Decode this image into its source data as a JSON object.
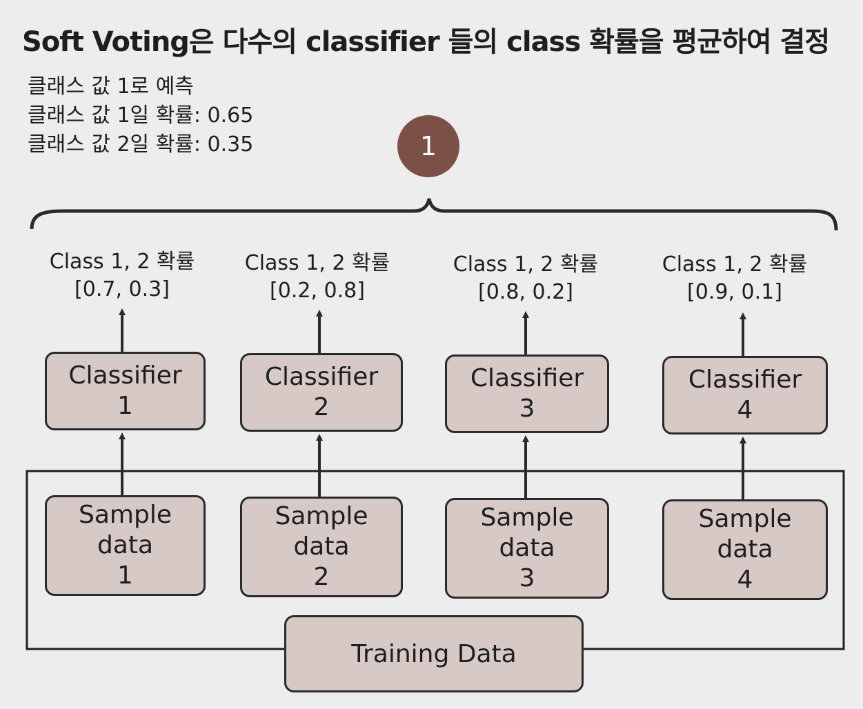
{
  "title": "Soft Voting은 다수의 classifier 들의 class 확률을 평균하여 결정",
  "results": [
    "클래스 값 1로 예측",
    "클래스 값 1일 확률: 0.65",
    "클래스 값 2일 확률: 0.35"
  ],
  "badge": "1",
  "columns": [
    {
      "prob_label": "Class 1, 2 확률",
      "prob_value": "[0.7, 0.3]",
      "classifier": "Classifier",
      "classifier_num": "1",
      "sample_a": "Sample",
      "sample_b": "data",
      "sample_num": "1"
    },
    {
      "prob_label": "Class 1, 2 확률",
      "prob_value": "[0.2, 0.8]",
      "classifier": "Classifier",
      "classifier_num": "2",
      "sample_a": "Sample",
      "sample_b": "data",
      "sample_num": "2"
    },
    {
      "prob_label": "Class 1, 2 확률",
      "prob_value": "[0.8, 0.2]",
      "classifier": "Classifier",
      "classifier_num": "3",
      "sample_a": "Sample",
      "sample_b": "data",
      "sample_num": "3"
    },
    {
      "prob_label": "Class 1, 2 확률",
      "prob_value": "[0.9, 0.1]",
      "classifier": "Classifier",
      "classifier_num": "4",
      "sample_a": "Sample",
      "sample_b": "data",
      "sample_num": "4"
    }
  ],
  "training": "Training Data"
}
